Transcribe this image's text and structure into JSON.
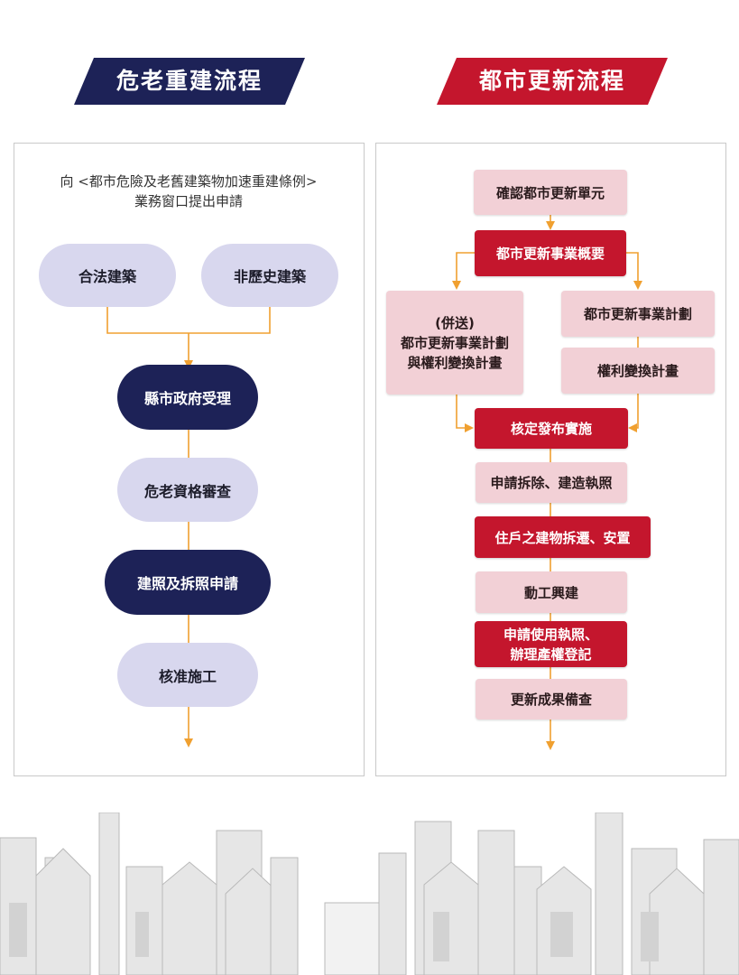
{
  "left": {
    "banner": "危老重建流程",
    "intro_line1": "向 <都市危險及老舊建築物加速重建條例>",
    "intro_line2": "業務窗口提出申請",
    "nodes": {
      "legal_building": "合法建築",
      "non_historic_building": "非歷史建築",
      "county_accept": "縣市政府受理",
      "qualification_review": "危老資格審查",
      "permit_application": "建照及拆照申請",
      "approval_construction": "核准施工"
    }
  },
  "right": {
    "banner": "都市更新流程",
    "nodes": {
      "confirm_unit": "確認都市更新單元",
      "project_outline": "都市更新事業概要",
      "combined_line1": "(併送)",
      "combined_line2": "都市更新事業計劃",
      "combined_line3": "與權利變換計畫",
      "renewal_plan": "都市更新事業計劃",
      "rights_transform_plan": "權利變換計畫",
      "approve_publish": "核定發布實施",
      "demolition_permit": "申請拆除、建造執照",
      "resident_relocation": "住戶之建物拆遷、安置",
      "start_construction": "動工興建",
      "usage_line1": "申請使用執照、",
      "usage_line2": "辦理產權登記",
      "filing": "更新成果備查"
    }
  },
  "colors": {
    "navy": "#1d2257",
    "red": "#c4162d",
    "lavender": "#d8d7ee",
    "pink": "#f2d0d6",
    "arrow": "#f0a030"
  }
}
